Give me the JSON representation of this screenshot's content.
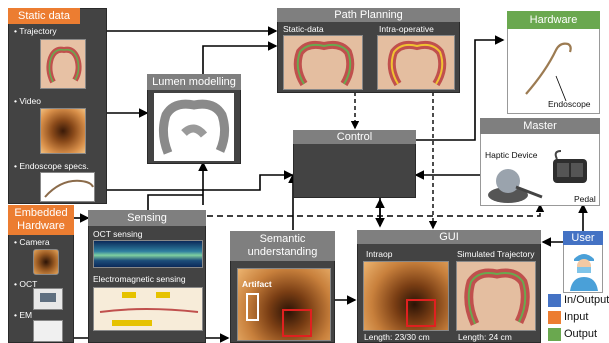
{
  "static_data": {
    "title": "Static data",
    "items": [
      "Trajectory",
      "Video",
      "Endoscope specs."
    ]
  },
  "embedded_hardware": {
    "title_line1": "Embedded",
    "title_line2": "Hardware",
    "items": [
      "Camera",
      "OCT",
      "EM"
    ]
  },
  "lumen_modelling": {
    "title": "Lumen modelling"
  },
  "path_planning": {
    "title": "Path Planning",
    "sub_left": "Static-data",
    "sub_right": "Intra-operative"
  },
  "hardware": {
    "title": "Hardware",
    "caption": "Endoscope"
  },
  "control": {
    "title": "Control"
  },
  "master": {
    "title": "Master",
    "haptic": "Haptic Device",
    "pedal": "Pedal"
  },
  "sensing": {
    "title": "Sensing",
    "oct": "OCT sensing",
    "em": "Electromagnetic sensing"
  },
  "semantic": {
    "title_line1": "Semantic",
    "title_line2": "understanding",
    "artifact": "Artifact"
  },
  "gui": {
    "title": "GUI",
    "intraop": "Intraop",
    "simulated": "Simulated Trajectory",
    "length_left": "Length: 23/30 cm",
    "length_right": "Length: 24 cm"
  },
  "user": {
    "title": "User"
  },
  "legend": [
    {
      "label": "In/Output",
      "color": "#4472c4"
    },
    {
      "label": "Input",
      "color": "#ec7d31"
    },
    {
      "label": "Output",
      "color": "#6aa84f"
    }
  ]
}
